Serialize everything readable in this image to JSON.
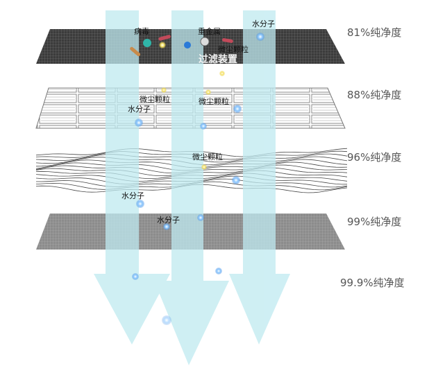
{
  "layers": [
    {
      "purity": "81%纯净度",
      "device_label": "过滤装置",
      "particles": [
        "病毒",
        "重金属",
        "微尘颗粒",
        "水分子"
      ]
    },
    {
      "purity": "88%纯净度",
      "particles": [
        "微尘颗粒",
        "微尘颗粒",
        "水分子"
      ]
    },
    {
      "purity": "96%纯净度",
      "particles": [
        "微尘颗粒",
        "水分子"
      ]
    },
    {
      "purity": "99%纯净度",
      "particles": [
        "水分子"
      ]
    }
  ],
  "final_purity": "99.9%纯净度",
  "colors": {
    "flow_arrow": "#c9eef2",
    "mesh_dark": "#4a4a4a",
    "mesh_gray": "#8a8a8a",
    "water_molecule": "#5aa8f0",
    "dust": "#f3e27a"
  }
}
